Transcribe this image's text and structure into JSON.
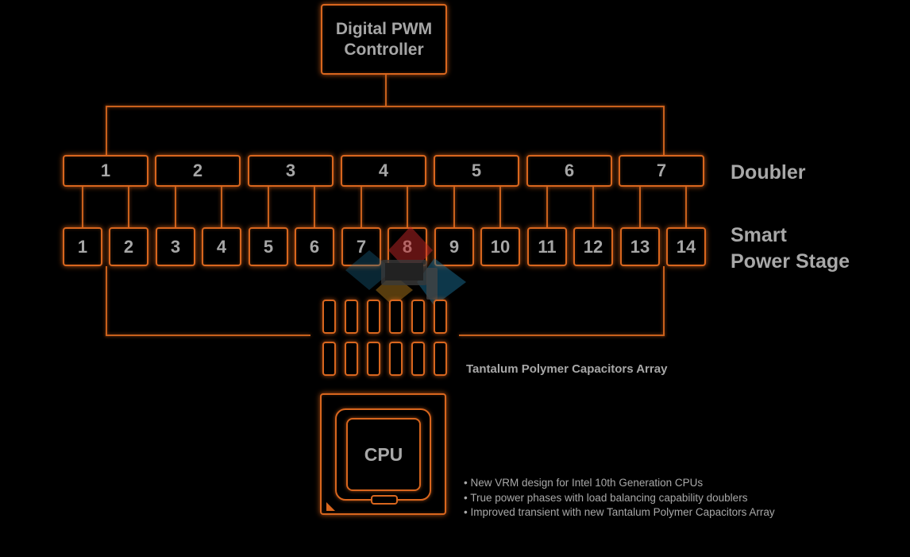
{
  "controller": {
    "line1": "Digital PWM",
    "line2": "Controller"
  },
  "doublers": [
    "1",
    "2",
    "3",
    "4",
    "5",
    "6",
    "7"
  ],
  "stages": [
    "1",
    "2",
    "3",
    "4",
    "5",
    "6",
    "7",
    "8",
    "9",
    "10",
    "11",
    "12",
    "13",
    "14"
  ],
  "labels": {
    "doubler": "Doubler",
    "smart_line1": "Smart",
    "smart_line2": "Power Stage",
    "capacitors": "Tantalum Polymer Capacitors Array",
    "cpu": "CPU"
  },
  "bullets": [
    "• New VRM design for Intel 10th Generation CPUs",
    "• True power phases with load balancing capability doublers",
    "• Improved transient with new Tantalum Polymer Capacitors Array"
  ],
  "colors": {
    "accent": "#d8661e",
    "text": "#a8a8a8",
    "background": "#000000"
  }
}
